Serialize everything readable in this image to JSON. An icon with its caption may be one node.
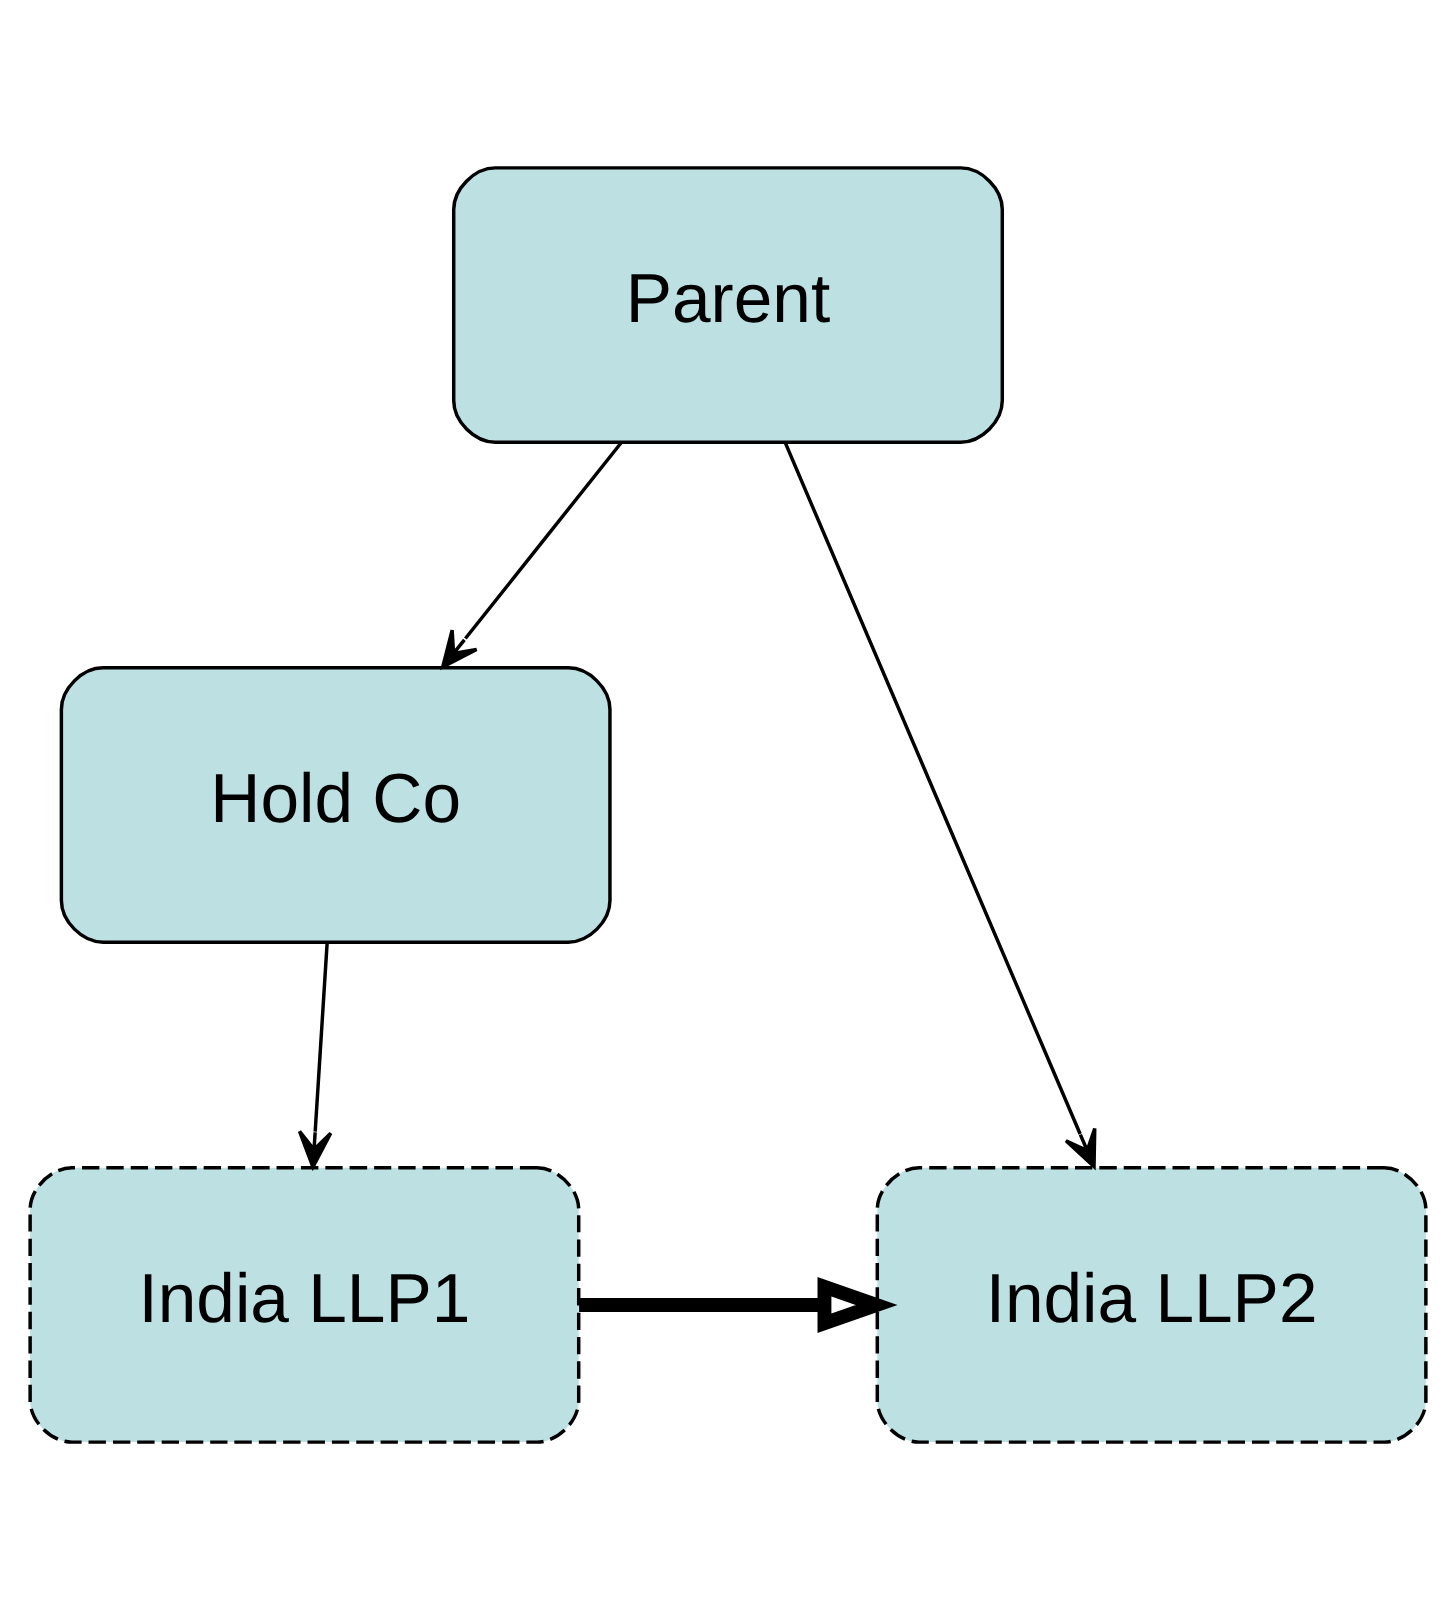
{
  "diagram": {
    "nodes": [
      {
        "text": [
          "Parent"
        ]
      },
      {
        "text": [
          "Hold Co"
        ]
      },
      {
        "text": [
          "India LLP1"
        ]
      },
      {
        "text": [
          "India LLP2"
        ]
      }
    ],
    "edges": [
      {
        "from": 0,
        "to": 1,
        "arrow": "to"
      },
      {
        "from": 1,
        "to": 2,
        "arrow": "to"
      },
      {
        "from": 0,
        "to": 3,
        "arrow": "to"
      },
      {
        "from": 2,
        "to": 3,
        "arrow": "to",
        "style": "thick"
      }
    ]
  }
}
